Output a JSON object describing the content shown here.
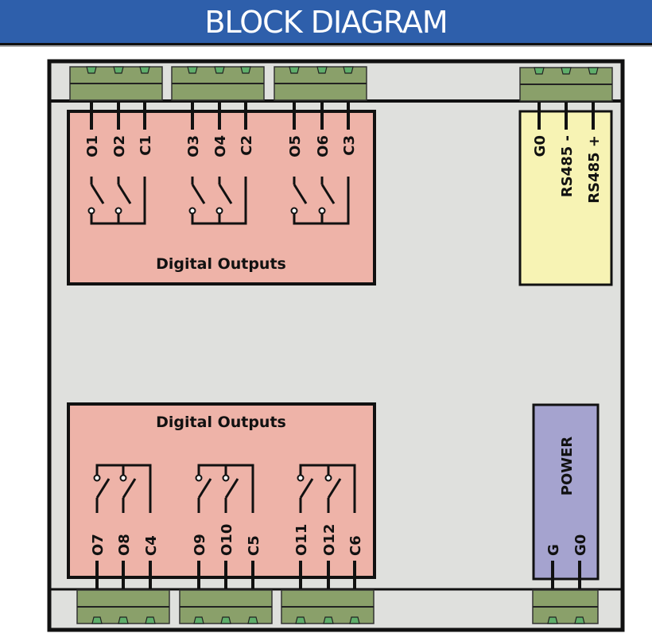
{
  "header": {
    "title": "BLOCK DIAGRAM"
  },
  "colors": {
    "header_bg": "#2e5fab",
    "enclosure_bg": "#dfe0dd",
    "connector": "#8aa06a",
    "connector_pin": "#5fae6a",
    "digital_outputs_block": "#eeb3a8",
    "rs485_block": "#f7f3b4",
    "power_block": "#a5a3cf"
  },
  "top_block": {
    "title": "Digital Outputs",
    "groups": [
      {
        "terminals": [
          "O1",
          "O2",
          "C1"
        ]
      },
      {
        "terminals": [
          "O3",
          "O4",
          "C2"
        ]
      },
      {
        "terminals": [
          "O5",
          "O6",
          "C3"
        ]
      }
    ]
  },
  "bottom_block": {
    "title": "Digital Outputs",
    "groups": [
      {
        "terminals": [
          "O7",
          "O8",
          "C4"
        ]
      },
      {
        "terminals": [
          "O9",
          "O10",
          "C5"
        ]
      },
      {
        "terminals": [
          "O11",
          "O12",
          "C6"
        ]
      }
    ]
  },
  "rs485_block": {
    "terminals": [
      "G0",
      "RS485 -",
      "RS485 +"
    ]
  },
  "power_block": {
    "title": "POWER",
    "terminals": [
      "G",
      "G0"
    ]
  }
}
